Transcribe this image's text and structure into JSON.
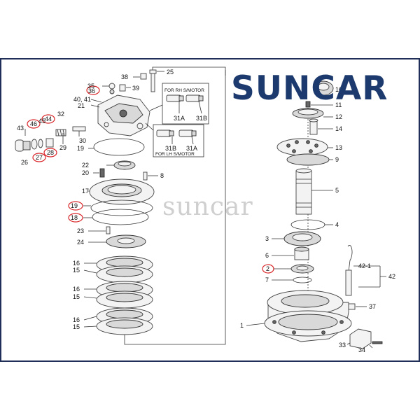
{
  "brand": {
    "logo_text": "SUNCAR",
    "watermark": "suncar",
    "color": "#1d3a6e"
  },
  "highlight_color": "#d9262a",
  "boxes": {
    "rh_motor": "FOR RH S/MOTOR",
    "lh_motor": "FOR LH S/MOTOR"
  },
  "labels": {
    "l38": "38",
    "l25": "25",
    "l35": "35",
    "l36": "36",
    "l39": "39",
    "l40_41": "40, 41",
    "l21": "21",
    "l31a_top": "31A",
    "l31b_top": "31B",
    "l31b_bot": "31B",
    "l31a_bot": "31A",
    "l43": "43",
    "l46": "46",
    "l45": "45",
    "l44": "44",
    "l32": "32",
    "l26": "26",
    "l27": "27",
    "l28": "28",
    "l29": "29",
    "l30": "30",
    "l19_top": "19",
    "l22": "22",
    "l20": "20",
    "l8": "8",
    "l17": "17",
    "l19": "19",
    "l18": "18",
    "l23": "23",
    "l24": "24",
    "l16a": "16",
    "l15a": "15",
    "l16b": "16",
    "l15b": "15",
    "l16c": "16",
    "l15c": "15",
    "l10": "10",
    "l11": "11",
    "l12": "12",
    "l14": "14",
    "l13": "13",
    "l9": "9",
    "l5": "5",
    "l4": "4",
    "l3": "3",
    "l6": "6",
    "l2": "2",
    "l7": "7",
    "l42_1": "42-1",
    "l42": "42",
    "l37": "37",
    "l1": "1",
    "l33": "33",
    "l34": "34"
  }
}
